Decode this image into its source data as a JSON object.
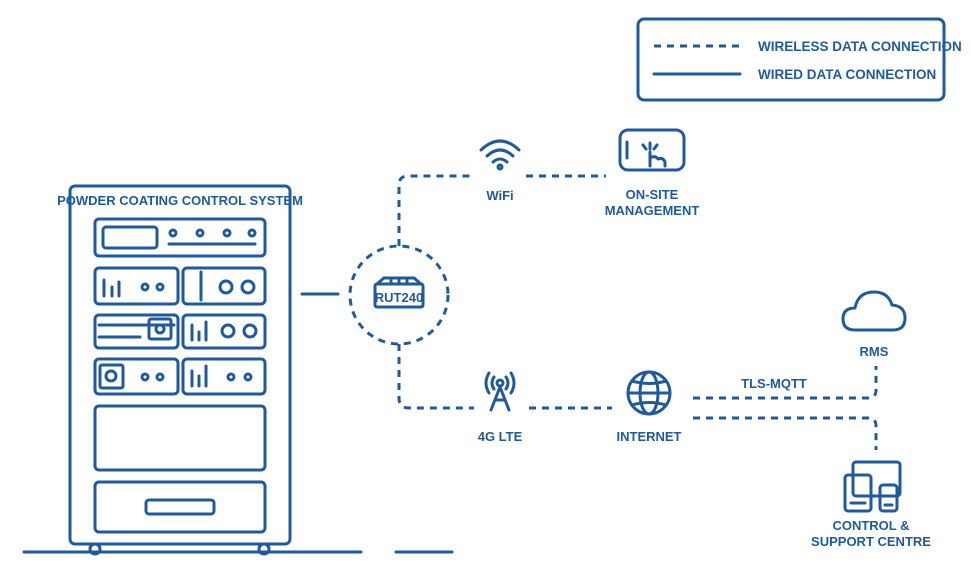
{
  "colors": {
    "primary": "#1f5a9e",
    "background": "#ffffff"
  },
  "legend": {
    "wireless": "WIRELESS DATA CONNECTION",
    "wired": "WIRED DATA CONNECTION"
  },
  "cabinet": {
    "title": "POWDER COATING CONTROL SYSTEM"
  },
  "router": {
    "label": "RUT240"
  },
  "nodes": {
    "wifi": "WiFi",
    "onsite_line1": "ON-SITE",
    "onsite_line2": "MANAGEMENT",
    "lte": "4G LTE",
    "internet": "INTERNET",
    "rms": "RMS",
    "control_line1": "CONTROL &",
    "control_line2": "SUPPORT CENTRE"
  },
  "protocol": {
    "label": "TLS-MQTT"
  },
  "icons": [
    "wifi-icon",
    "tablet-touch-icon",
    "router-icon",
    "cell-tower-icon",
    "globe-icon",
    "cloud-icon",
    "devices-icon"
  ]
}
